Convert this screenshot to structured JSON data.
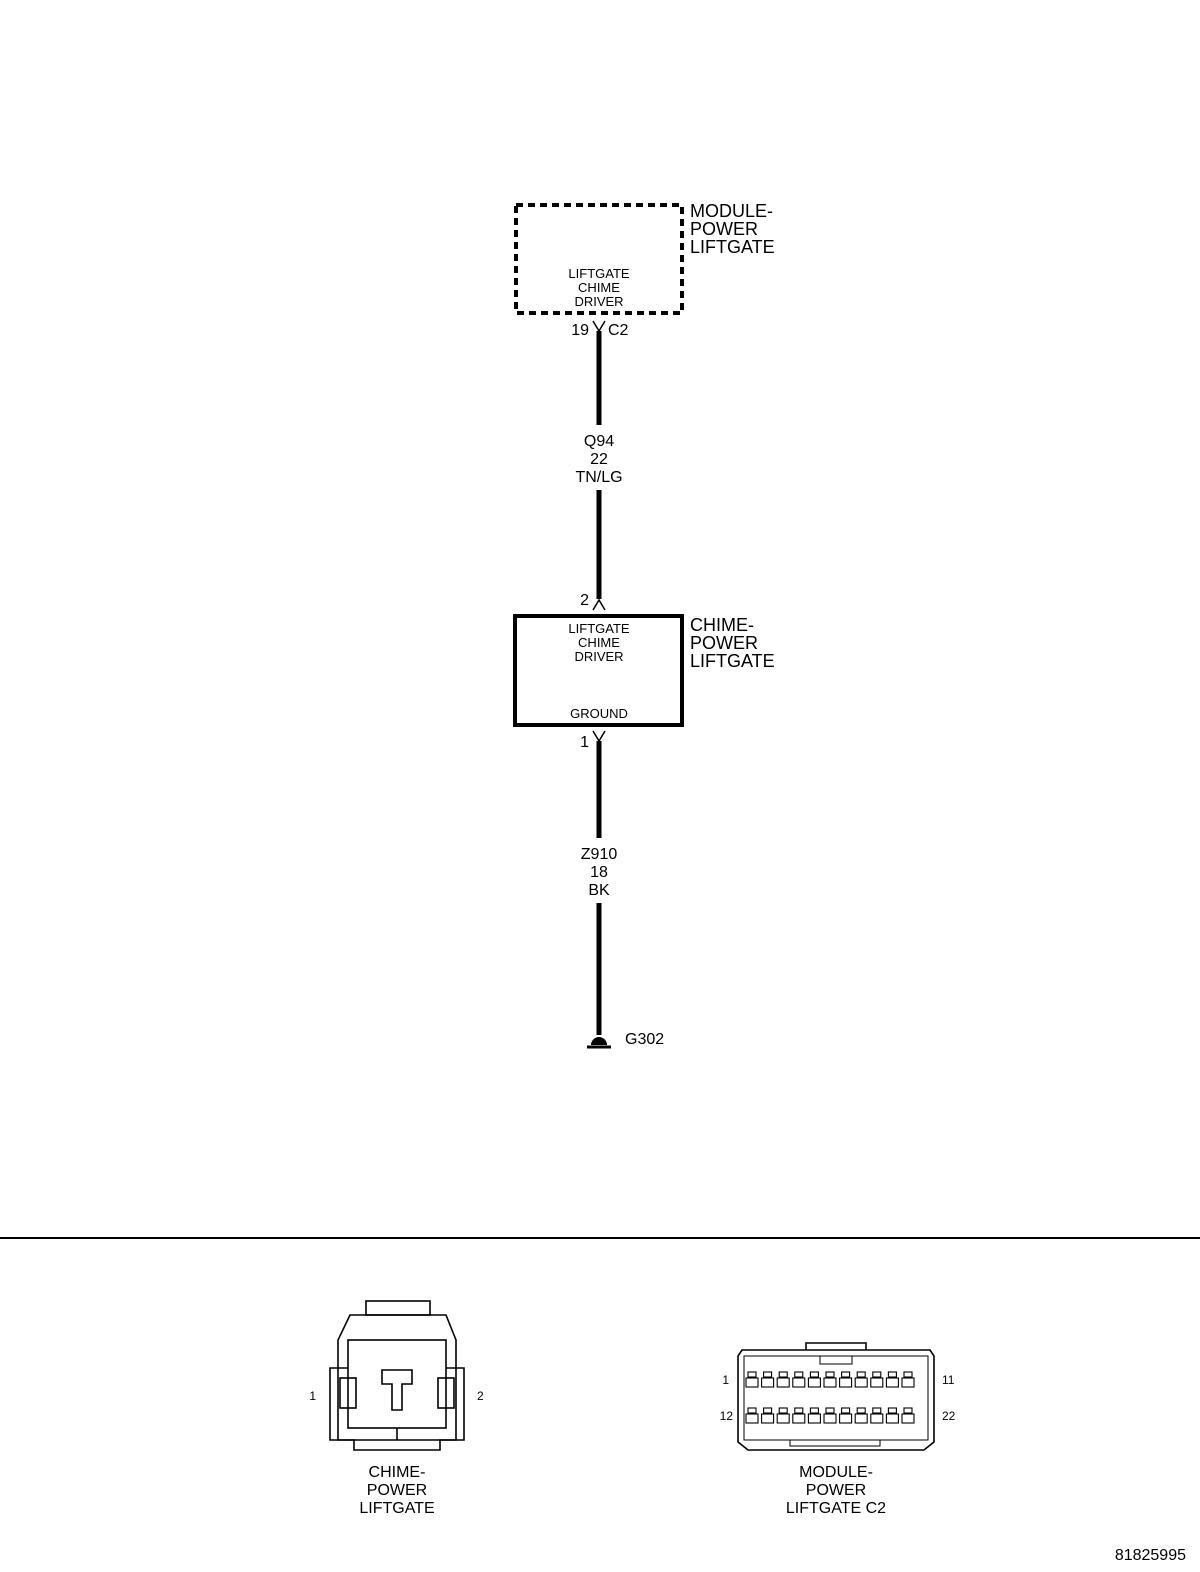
{
  "module": {
    "name_lines": [
      "MODULE-",
      "POWER",
      "LIFTGATE"
    ],
    "function_lines": [
      "LIFTGATE",
      "CHIME",
      "DRIVER"
    ],
    "pin": "19",
    "connector": "C2"
  },
  "wire_q94": {
    "circuit": "Q94",
    "gauge": "22",
    "color": "TN/LG"
  },
  "chime": {
    "pin_in": "2",
    "name_lines": [
      "CHIME-",
      "POWER",
      "LIFTGATE"
    ],
    "function_lines": [
      "LIFTGATE",
      "CHIME",
      "DRIVER"
    ],
    "ground_label": "GROUND",
    "pin_out": "1"
  },
  "wire_z910": {
    "circuit": "Z910",
    "gauge": "18",
    "color": "BK"
  },
  "ground": {
    "label": "G302"
  },
  "connector_views": {
    "chime": {
      "pin_left": "1",
      "pin_right": "2",
      "caption_lines": [
        "CHIME-",
        "POWER",
        "LIFTGATE"
      ]
    },
    "module": {
      "pin_tl": "1",
      "pin_tr": "11",
      "pin_bl": "12",
      "pin_br": "22",
      "caption_lines": [
        "MODULE-",
        "POWER",
        "LIFTGATE C2"
      ]
    }
  },
  "figure_id": "81825995"
}
